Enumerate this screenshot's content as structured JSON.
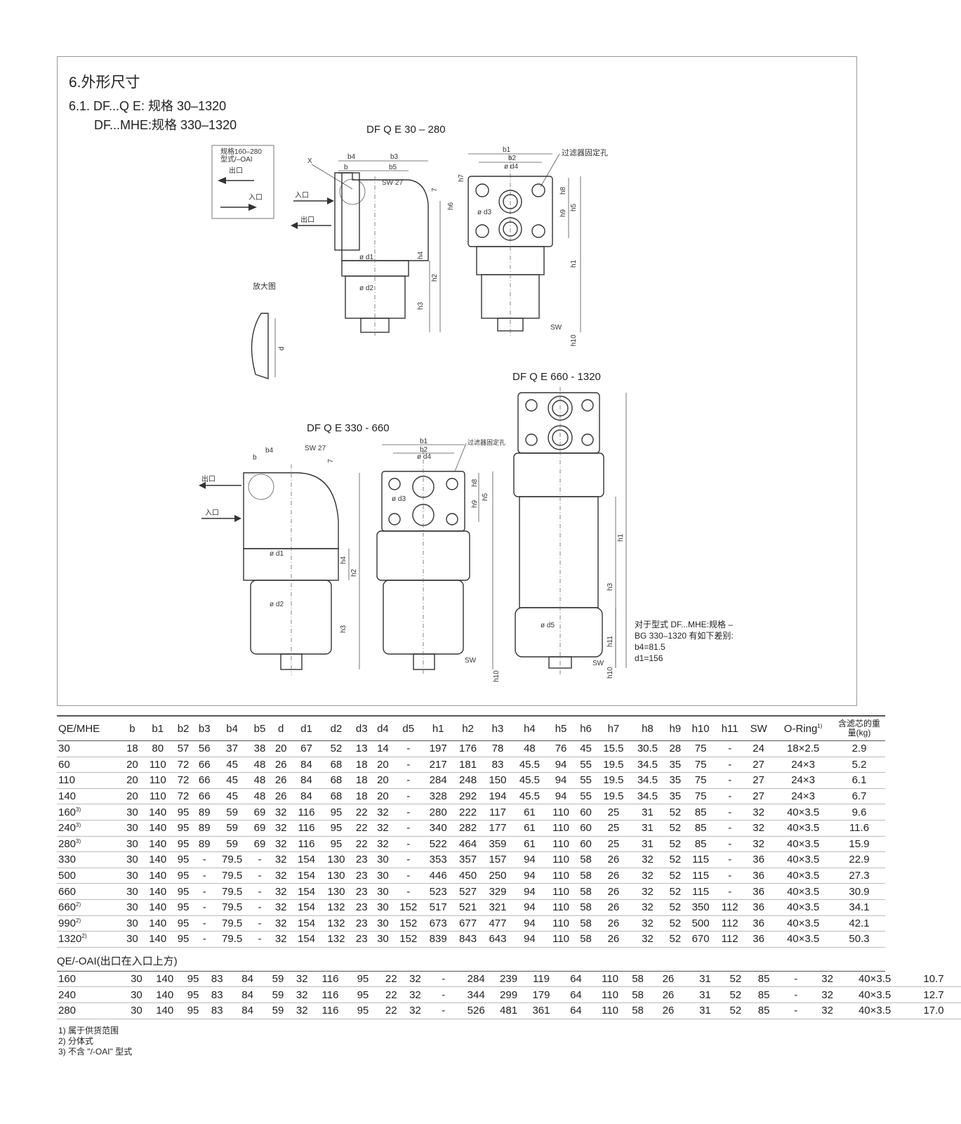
{
  "section": {
    "title": "6.外形尺寸",
    "sub1": "6.1. DF...Q E: 规格 30–1320",
    "sub2": "DF...MHE:规格 330–1320"
  },
  "views": {
    "v1_title": "DF Q E 30 – 280",
    "v2_title": "DF Q E 330 - 660",
    "v3_title": "DF Q E 660 - 1320",
    "legend_box": [
      "规格160–280",
      "型式/–OAI",
      "出口",
      "入口"
    ],
    "enlarge_label": "放大图",
    "hole_label": "过滤器固定孔",
    "labels": {
      "inlet": "入口",
      "outlet": "出口",
      "x": "X",
      "sw27": "SW 27",
      "sw": "SW",
      "b": "b",
      "b1": "b1",
      "b2": "b2",
      "b3": "b3",
      "b4": "b4",
      "b5": "b5",
      "d": "d",
      "d1": "ø d1",
      "d2": "ø d2",
      "d3": "ø d3",
      "d4": "ø d4",
      "d5": "ø d5",
      "h1": "h1",
      "h2": "h2",
      "h3": "h3",
      "h4": "h4",
      "h5": "h5",
      "h6": "h6",
      "h7": "h7",
      "h8": "h8",
      "h9": "h9",
      "h10": "h10",
      "h11": "h11",
      "seven": "7"
    },
    "mhe_note": [
      "对于型式 DF...MHE:规格 –",
      "BG 330–1320 有如下差别:",
      "b4=81.5",
      "d1=156"
    ]
  },
  "table": {
    "headers": [
      "QE/MHE",
      "b",
      "b1",
      "b2",
      "b3",
      "b4",
      "b5",
      "d",
      "d1",
      "d2",
      "d3",
      "d4",
      "d5",
      "h1",
      "h2",
      "h3",
      "h4",
      "h5",
      "h6",
      "h7",
      "h8",
      "h9",
      "h10",
      "h11",
      "SW",
      "O-Ring",
      "含滤芯的重量(kg)"
    ],
    "oring_sup": "1)",
    "rows": [
      {
        "size": "30",
        "sup": "",
        "v": [
          "18",
          "80",
          "57",
          "56",
          "37",
          "38",
          "20",
          "67",
          "52",
          "13",
          "14",
          "-",
          "197",
          "176",
          "78",
          "48",
          "76",
          "45",
          "15.5",
          "30.5",
          "28",
          "75",
          "-",
          "24",
          "18×2.5",
          "2.9"
        ]
      },
      {
        "size": "60",
        "sup": "",
        "v": [
          "20",
          "110",
          "72",
          "66",
          "45",
          "48",
          "26",
          "84",
          "68",
          "18",
          "20",
          "-",
          "217",
          "181",
          "83",
          "45.5",
          "94",
          "55",
          "19.5",
          "34.5",
          "35",
          "75",
          "-",
          "27",
          "24×3",
          "5.2"
        ]
      },
      {
        "size": "110",
        "sup": "",
        "v": [
          "20",
          "110",
          "72",
          "66",
          "45",
          "48",
          "26",
          "84",
          "68",
          "18",
          "20",
          "-",
          "284",
          "248",
          "150",
          "45.5",
          "94",
          "55",
          "19.5",
          "34.5",
          "35",
          "75",
          "-",
          "27",
          "24×3",
          "6.1"
        ]
      },
      {
        "size": "140",
        "sup": "",
        "v": [
          "20",
          "110",
          "72",
          "66",
          "45",
          "48",
          "26",
          "84",
          "68",
          "18",
          "20",
          "-",
          "328",
          "292",
          "194",
          "45.5",
          "94",
          "55",
          "19.5",
          "34.5",
          "35",
          "75",
          "-",
          "27",
          "24×3",
          "6.7"
        ]
      },
      {
        "size": "160",
        "sup": "3)",
        "v": [
          "30",
          "140",
          "95",
          "89",
          "59",
          "69",
          "32",
          "116",
          "95",
          "22",
          "32",
          "-",
          "280",
          "222",
          "117",
          "61",
          "110",
          "60",
          "25",
          "31",
          "52",
          "85",
          "-",
          "32",
          "40×3.5",
          "9.6"
        ]
      },
      {
        "size": "240",
        "sup": "3)",
        "v": [
          "30",
          "140",
          "95",
          "89",
          "59",
          "69",
          "32",
          "116",
          "95",
          "22",
          "32",
          "-",
          "340",
          "282",
          "177",
          "61",
          "110",
          "60",
          "25",
          "31",
          "52",
          "85",
          "-",
          "32",
          "40×3.5",
          "11.6"
        ]
      },
      {
        "size": "280",
        "sup": "3)",
        "v": [
          "30",
          "140",
          "95",
          "89",
          "59",
          "69",
          "32",
          "116",
          "95",
          "22",
          "32",
          "-",
          "522",
          "464",
          "359",
          "61",
          "110",
          "60",
          "25",
          "31",
          "52",
          "85",
          "-",
          "32",
          "40×3.5",
          "15.9"
        ]
      },
      {
        "size": "330",
        "sup": "",
        "v": [
          "30",
          "140",
          "95",
          "-",
          "79.5",
          "-",
          "32",
          "154",
          "130",
          "23",
          "30",
          "-",
          "353",
          "357",
          "157",
          "94",
          "110",
          "58",
          "26",
          "32",
          "52",
          "115",
          "-",
          "36",
          "40×3.5",
          "22.9"
        ]
      },
      {
        "size": "500",
        "sup": "",
        "v": [
          "30",
          "140",
          "95",
          "-",
          "79.5",
          "-",
          "32",
          "154",
          "130",
          "23",
          "30",
          "-",
          "446",
          "450",
          "250",
          "94",
          "110",
          "58",
          "26",
          "32",
          "52",
          "115",
          "-",
          "36",
          "40×3.5",
          "27.3"
        ]
      },
      {
        "size": "660",
        "sup": "",
        "v": [
          "30",
          "140",
          "95",
          "-",
          "79.5",
          "-",
          "32",
          "154",
          "130",
          "23",
          "30",
          "-",
          "523",
          "527",
          "329",
          "94",
          "110",
          "58",
          "26",
          "32",
          "52",
          "115",
          "-",
          "36",
          "40×3.5",
          "30.9"
        ]
      },
      {
        "size": "660",
        "sup": "2)",
        "v": [
          "30",
          "140",
          "95",
          "-",
          "79.5",
          "-",
          "32",
          "154",
          "132",
          "23",
          "30",
          "152",
          "517",
          "521",
          "321",
          "94",
          "110",
          "58",
          "26",
          "32",
          "52",
          "350",
          "112",
          "36",
          "40×3.5",
          "34.1"
        ]
      },
      {
        "size": "990",
        "sup": "2)",
        "v": [
          "30",
          "140",
          "95",
          "-",
          "79.5",
          "-",
          "32",
          "154",
          "132",
          "23",
          "30",
          "152",
          "673",
          "677",
          "477",
          "94",
          "110",
          "58",
          "26",
          "32",
          "52",
          "500",
          "112",
          "36",
          "40×3.5",
          "42.1"
        ]
      },
      {
        "size": "1320",
        "sup": "2)",
        "v": [
          "30",
          "140",
          "95",
          "-",
          "79.5",
          "-",
          "32",
          "154",
          "132",
          "23",
          "30",
          "152",
          "839",
          "843",
          "643",
          "94",
          "110",
          "58",
          "26",
          "32",
          "52",
          "670",
          "112",
          "36",
          "40×3.5",
          "50.3"
        ]
      }
    ],
    "section2_title": "QE/-OAI(出口在入口上方)",
    "rows2": [
      {
        "size": "160",
        "sup": "",
        "v": [
          "30",
          "140",
          "95",
          "83",
          "84",
          "59",
          "32",
          "116",
          "95",
          "22",
          "32",
          "-",
          "284",
          "239",
          "119",
          "64",
          "110",
          "58",
          "26",
          "31",
          "52",
          "85",
          "-",
          "32",
          "40×3.5",
          "10.7"
        ]
      },
      {
        "size": "240",
        "sup": "",
        "v": [
          "30",
          "140",
          "95",
          "83",
          "84",
          "59",
          "32",
          "116",
          "95",
          "22",
          "32",
          "-",
          "344",
          "299",
          "179",
          "64",
          "110",
          "58",
          "26",
          "31",
          "52",
          "85",
          "-",
          "32",
          "40×3.5",
          "12.7"
        ]
      },
      {
        "size": "280",
        "sup": "",
        "v": [
          "30",
          "140",
          "95",
          "83",
          "84",
          "59",
          "32",
          "116",
          "95",
          "22",
          "32",
          "-",
          "526",
          "481",
          "361",
          "64",
          "110",
          "58",
          "26",
          "31",
          "52",
          "85",
          "-",
          "32",
          "40×3.5",
          "17.0"
        ]
      }
    ]
  },
  "footnotes": [
    "1) 属于供货范围",
    "2) 分体式",
    "3) 不含 \"/-OAI\" 型式"
  ]
}
